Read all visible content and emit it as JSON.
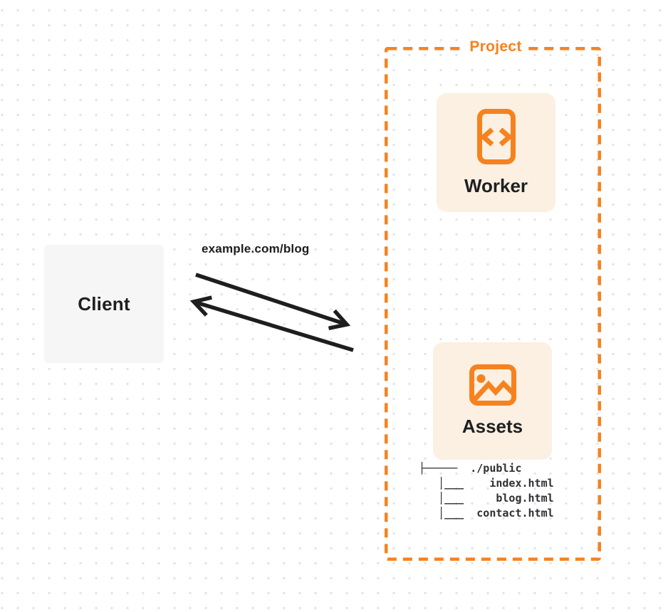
{
  "diagram": {
    "client": {
      "label": "Client"
    },
    "request_label": "example.com/blog",
    "project": {
      "label": "Project",
      "worker": {
        "label": "Worker",
        "icon": "code-file-icon"
      },
      "assets": {
        "label": "Assets",
        "icon": "image-icon"
      },
      "file_tree": {
        "lines": [
          "├─────  ./public",
          "   │___    index.html",
          "   │___     blog.html",
          "   │___  contact.html"
        ]
      }
    },
    "colors": {
      "accent_orange": "#f6821f",
      "card_background": "#fbf0e2",
      "client_background": "#f6f6f7",
      "ink": "#1e1f22",
      "arrow": "#1e1e1e",
      "dot_grid": "#e4e4e8"
    }
  }
}
